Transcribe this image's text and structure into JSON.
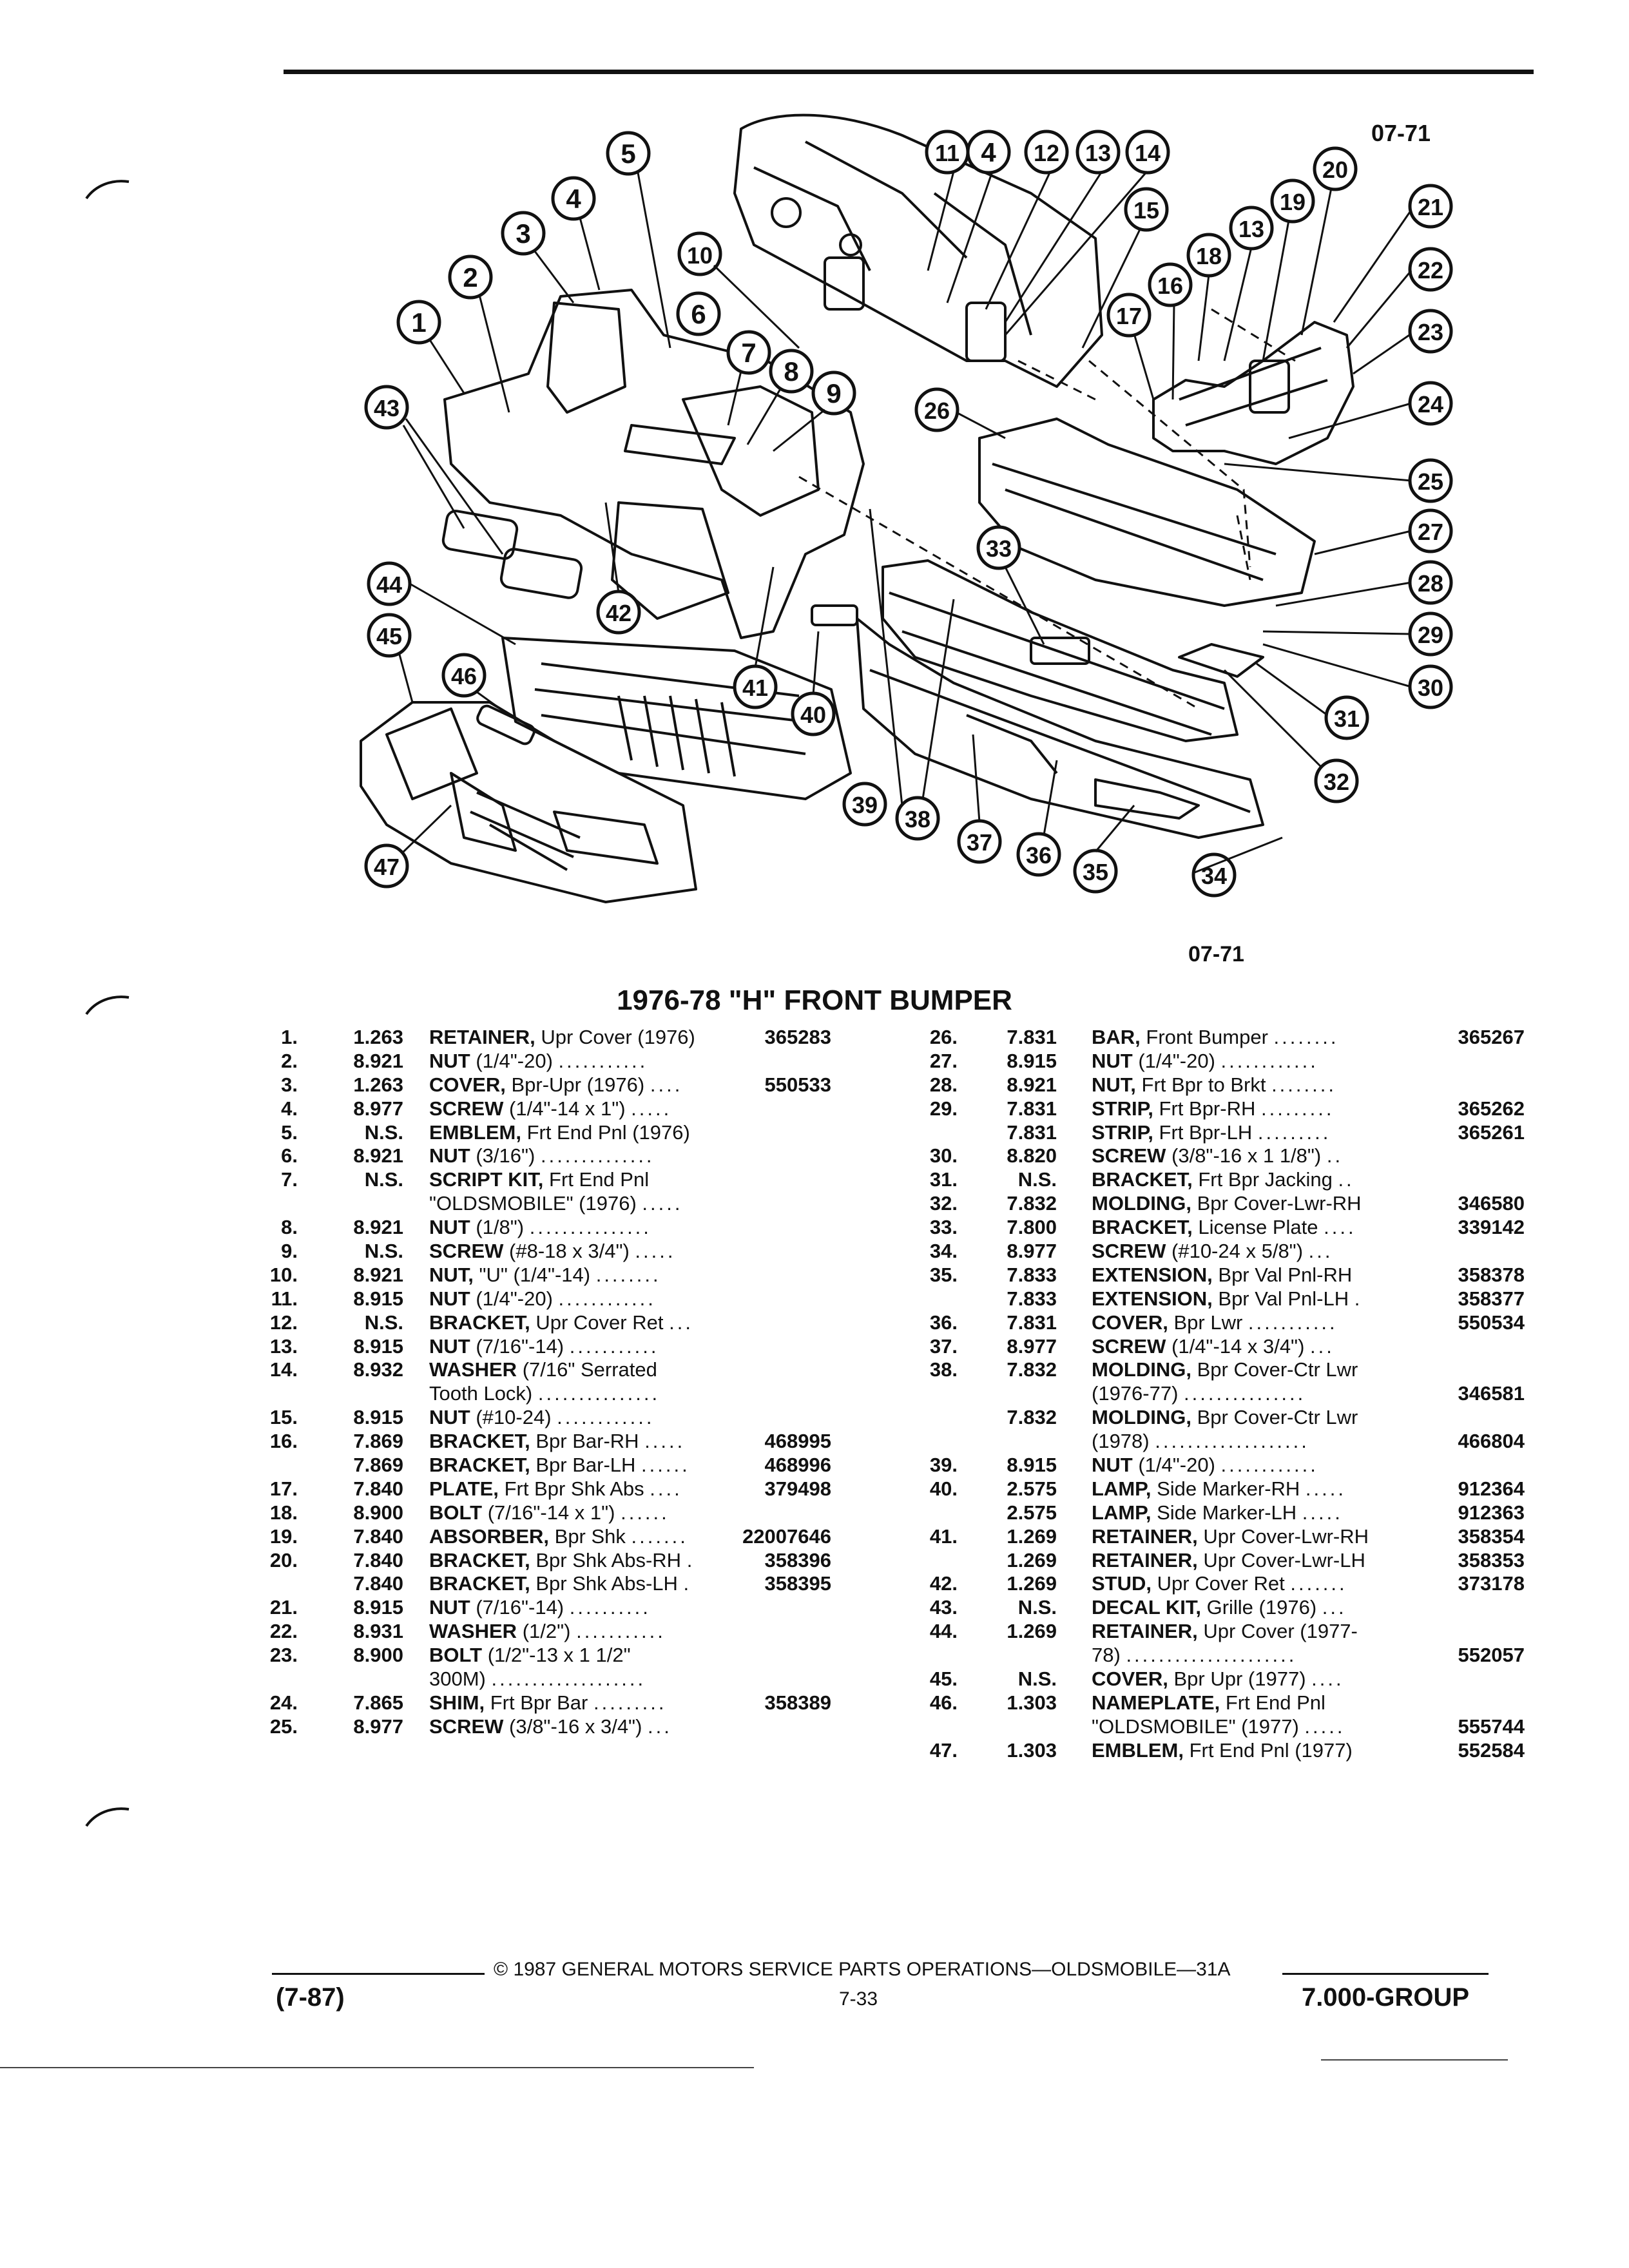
{
  "header": {
    "figure_code_top": "07-71",
    "figure_code_bottom": "07-71"
  },
  "title": "1976-78 \"H\" FRONT BUMPER",
  "callouts": [
    "1",
    "2",
    "3",
    "4",
    "5",
    "6",
    "7",
    "8",
    "9",
    "10",
    "11",
    "12",
    "13",
    "14",
    "15",
    "16",
    "17",
    "18",
    "19",
    "20",
    "21",
    "22",
    "23",
    "24",
    "25",
    "26",
    "27",
    "28",
    "29",
    "30",
    "31",
    "32",
    "33",
    "34",
    "35",
    "36",
    "37",
    "38",
    "39",
    "40",
    "41",
    "42",
    "43",
    "44",
    "45",
    "46",
    "47"
  ],
  "parts_left": [
    {
      "num": "1.",
      "grp": "1.263",
      "name": "RETAINER,",
      "spec": "Upr Cover (1976)",
      "dots": "",
      "pn": "365283"
    },
    {
      "num": "2.",
      "grp": "8.921",
      "name": "NUT",
      "spec": "(1/4\"-20)",
      "dots": "...........",
      "pn": ""
    },
    {
      "num": "3.",
      "grp": "1.263",
      "name": "COVER,",
      "spec": "Bpr-Upr (1976)",
      "dots": "....",
      "pn": "550533"
    },
    {
      "num": "4.",
      "grp": "8.977",
      "name": "SCREW",
      "spec": "(1/4\"-14 x 1\")",
      "dots": ".....",
      "pn": ""
    },
    {
      "num": "5.",
      "grp": "N.S.",
      "name": "EMBLEM,",
      "spec": "Frt End Pnl (1976)",
      "dots": "",
      "pn": ""
    },
    {
      "num": "6.",
      "grp": "8.921",
      "name": "NUT",
      "spec": "(3/16\")",
      "dots": "..............",
      "pn": ""
    },
    {
      "num": "7.",
      "grp": "N.S.",
      "name": "SCRIPT KIT,",
      "spec": "Frt End Pnl",
      "dots": "",
      "pn": ""
    },
    {
      "num": "",
      "grp": "",
      "name": "",
      "spec": "\"OLDSMOBILE\" (1976)",
      "dots": ".....",
      "pn": ""
    },
    {
      "num": "8.",
      "grp": "8.921",
      "name": "NUT",
      "spec": "(1/8\")",
      "dots": "...............",
      "pn": ""
    },
    {
      "num": "9.",
      "grp": "N.S.",
      "name": "SCREW",
      "spec": "(#8-18 x 3/4\")",
      "dots": ".....",
      "pn": ""
    },
    {
      "num": "10.",
      "grp": "8.921",
      "name": "NUT,",
      "spec": "\"U\" (1/4\"-14)",
      "dots": "........",
      "pn": ""
    },
    {
      "num": "11.",
      "grp": "8.915",
      "name": "NUT",
      "spec": "(1/4\"-20)",
      "dots": "............",
      "pn": ""
    },
    {
      "num": "12.",
      "grp": "N.S.",
      "name": "BRACKET,",
      "spec": "Upr Cover Ret",
      "dots": "...",
      "pn": ""
    },
    {
      "num": "13.",
      "grp": "8.915",
      "name": "NUT",
      "spec": "(7/16\"-14)",
      "dots": "...........",
      "pn": ""
    },
    {
      "num": "14.",
      "grp": "8.932",
      "name": "WASHER",
      "spec": "(7/16\" Serrated",
      "dots": "",
      "pn": ""
    },
    {
      "num": "",
      "grp": "",
      "name": "",
      "spec": "Tooth Lock)",
      "dots": "...............",
      "pn": ""
    },
    {
      "num": "15.",
      "grp": "8.915",
      "name": "NUT",
      "spec": "(#10-24)",
      "dots": "............",
      "pn": ""
    },
    {
      "num": "16.",
      "grp": "7.869",
      "name": "BRACKET,",
      "spec": "Bpr Bar-RH",
      "dots": ".....",
      "pn": "468995"
    },
    {
      "num": "",
      "grp": "7.869",
      "name": "BRACKET,",
      "spec": "Bpr Bar-LH",
      "dots": "......",
      "pn": "468996"
    },
    {
      "num": "17.",
      "grp": "7.840",
      "name": "PLATE,",
      "spec": "Frt Bpr Shk Abs",
      "dots": "....",
      "pn": "379498"
    },
    {
      "num": "18.",
      "grp": "8.900",
      "name": "BOLT",
      "spec": "(7/16\"-14 x 1\")",
      "dots": "......",
      "pn": ""
    },
    {
      "num": "19.",
      "grp": "7.840",
      "name": "ABSORBER,",
      "spec": "Bpr Shk",
      "dots": ".......",
      "pn": "22007646"
    },
    {
      "num": "20.",
      "grp": "7.840",
      "name": "BRACKET,",
      "spec": "Bpr Shk Abs-RH",
      "dots": ".",
      "pn": "358396"
    },
    {
      "num": "",
      "grp": "7.840",
      "name": "BRACKET,",
      "spec": "Bpr Shk Abs-LH",
      "dots": ".",
      "pn": "358395"
    },
    {
      "num": "21.",
      "grp": "8.915",
      "name": "NUT",
      "spec": "(7/16\"-14)",
      "dots": "..........",
      "pn": ""
    },
    {
      "num": "22.",
      "grp": "8.931",
      "name": "WASHER",
      "spec": "(1/2\")",
      "dots": "...........",
      "pn": ""
    },
    {
      "num": "23.",
      "grp": "8.900",
      "name": "BOLT",
      "spec": "(1/2\"-13 x 1 1/2\"",
      "dots": "",
      "pn": ""
    },
    {
      "num": "",
      "grp": "",
      "name": "",
      "spec": "300M)",
      "dots": "...................",
      "pn": ""
    },
    {
      "num": "24.",
      "grp": "7.865",
      "name": "SHIM,",
      "spec": "Frt Bpr Bar",
      "dots": ".........",
      "pn": "358389"
    },
    {
      "num": "25.",
      "grp": "8.977",
      "name": "SCREW",
      "spec": "(3/8\"-16 x 3/4\")",
      "dots": "...",
      "pn": ""
    }
  ],
  "parts_right": [
    {
      "num": "26.",
      "grp": "7.831",
      "name": "BAR,",
      "spec": "Front Bumper",
      "dots": "........",
      "pn": "365267"
    },
    {
      "num": "27.",
      "grp": "8.915",
      "name": "NUT",
      "spec": "(1/4\"-20)",
      "dots": "............",
      "pn": ""
    },
    {
      "num": "28.",
      "grp": "8.921",
      "name": "NUT,",
      "spec": "Frt Bpr to Brkt",
      "dots": "........",
      "pn": ""
    },
    {
      "num": "29.",
      "grp": "7.831",
      "name": "STRIP,",
      "spec": "Frt Bpr-RH",
      "dots": ".........",
      "pn": "365262"
    },
    {
      "num": "",
      "grp": "7.831",
      "name": "STRIP,",
      "spec": "Frt Bpr-LH",
      "dots": ".........",
      "pn": "365261"
    },
    {
      "num": "30.",
      "grp": "8.820",
      "name": "SCREW",
      "spec": "(3/8\"-16 x 1 1/8\")",
      "dots": "..",
      "pn": ""
    },
    {
      "num": "31.",
      "grp": "N.S.",
      "name": "BRACKET,",
      "spec": "Frt Bpr Jacking",
      "dots": "..",
      "pn": ""
    },
    {
      "num": "32.",
      "grp": "7.832",
      "name": "MOLDING,",
      "spec": "Bpr Cover-Lwr-RH",
      "dots": "",
      "pn": "346580"
    },
    {
      "num": "33.",
      "grp": "7.800",
      "name": "BRACKET,",
      "spec": "License Plate",
      "dots": "....",
      "pn": "339142"
    },
    {
      "num": "34.",
      "grp": "8.977",
      "name": "SCREW",
      "spec": "(#10-24 x 5/8\")",
      "dots": "...",
      "pn": ""
    },
    {
      "num": "35.",
      "grp": "7.833",
      "name": "EXTENSION,",
      "spec": "Bpr Val Pnl-RH",
      "dots": "",
      "pn": "358378"
    },
    {
      "num": "",
      "grp": "7.833",
      "name": "EXTENSION,",
      "spec": "Bpr Val Pnl-LH",
      "dots": ".",
      "pn": "358377"
    },
    {
      "num": "36.",
      "grp": "7.831",
      "name": "COVER,",
      "spec": "Bpr Lwr",
      "dots": "...........",
      "pn": "550534"
    },
    {
      "num": "37.",
      "grp": "8.977",
      "name": "SCREW",
      "spec": "(1/4\"-14 x 3/4\")",
      "dots": "...",
      "pn": ""
    },
    {
      "num": "38.",
      "grp": "7.832",
      "name": "MOLDING,",
      "spec": "Bpr Cover-Ctr Lwr",
      "dots": "",
      "pn": ""
    },
    {
      "num": "",
      "grp": "",
      "name": "",
      "spec": "(1976-77)",
      "dots": "...............",
      "pn": "346581"
    },
    {
      "num": "",
      "grp": "7.832",
      "name": "MOLDING,",
      "spec": "Bpr Cover-Ctr Lwr",
      "dots": "",
      "pn": ""
    },
    {
      "num": "",
      "grp": "",
      "name": "",
      "spec": "(1978)",
      "dots": "...................",
      "pn": "466804"
    },
    {
      "num": "39.",
      "grp": "8.915",
      "name": "NUT",
      "spec": "(1/4\"-20)",
      "dots": "............",
      "pn": ""
    },
    {
      "num": "40.",
      "grp": "2.575",
      "name": "LAMP,",
      "spec": "Side Marker-RH",
      "dots": ".....",
      "pn": "912364"
    },
    {
      "num": "",
      "grp": "2.575",
      "name": "LAMP,",
      "spec": "Side Marker-LH",
      "dots": ".....",
      "pn": "912363"
    },
    {
      "num": "41.",
      "grp": "1.269",
      "name": "RETAINER,",
      "spec": "Upr Cover-Lwr-RH",
      "dots": "",
      "pn": "358354"
    },
    {
      "num": "",
      "grp": "1.269",
      "name": "RETAINER,",
      "spec": "Upr Cover-Lwr-LH",
      "dots": "",
      "pn": "358353"
    },
    {
      "num": "42.",
      "grp": "1.269",
      "name": "STUD,",
      "spec": "Upr Cover Ret",
      "dots": ".......",
      "pn": "373178"
    },
    {
      "num": "43.",
      "grp": "N.S.",
      "name": "DECAL KIT,",
      "spec": "Grille (1976)",
      "dots": "...",
      "pn": ""
    },
    {
      "num": "44.",
      "grp": "1.269",
      "name": "RETAINER,",
      "spec": "Upr Cover (1977-",
      "dots": "",
      "pn": ""
    },
    {
      "num": "",
      "grp": "",
      "name": "",
      "spec": "78)",
      "dots": ".....................",
      "pn": "552057"
    },
    {
      "num": "45.",
      "grp": "N.S.",
      "name": "COVER,",
      "spec": "Bpr Upr (1977)",
      "dots": "....",
      "pn": ""
    },
    {
      "num": "46.",
      "grp": "1.303",
      "name": "NAMEPLATE,",
      "spec": "Frt End Pnl",
      "dots": "",
      "pn": ""
    },
    {
      "num": "",
      "grp": "",
      "name": "",
      "spec": "\"OLDSMOBILE\" (1977)",
      "dots": ".....",
      "pn": "555744"
    },
    {
      "num": "47.",
      "grp": "1.303",
      "name": "EMBLEM,",
      "spec": "Frt End Pnl (1977)",
      "dots": "",
      "pn": "552584"
    }
  ],
  "footer": {
    "copyright": "© 1987 GENERAL MOTORS SERVICE PARTS OPERATIONS—OLDSMOBILE—31A",
    "date_code": "(7-87)",
    "page_number": "7-33",
    "group": "7.000-GROUP"
  }
}
